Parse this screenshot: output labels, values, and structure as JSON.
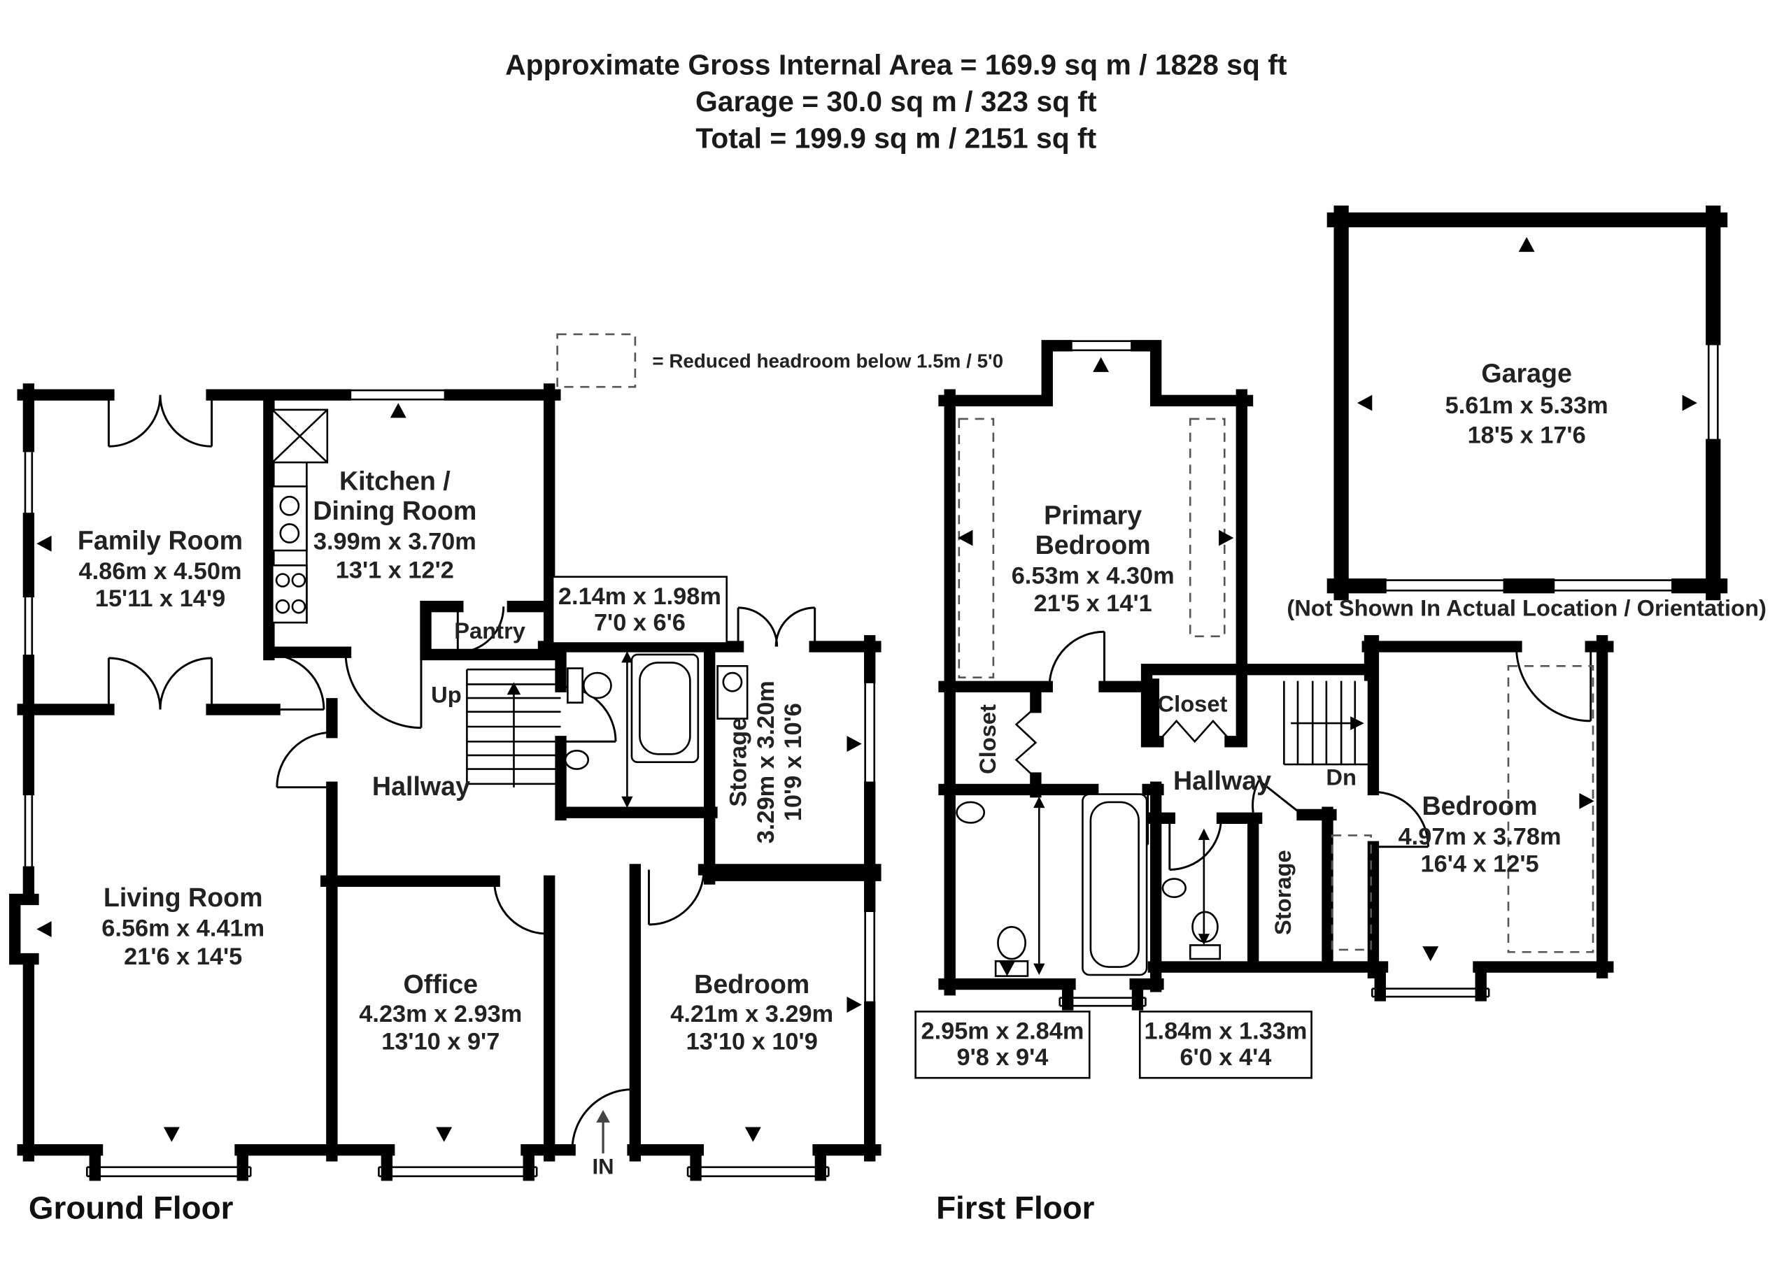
{
  "header": {
    "line1": "Approximate Gross Internal Area = 169.9 sq m / 1828 sq ft",
    "line2": "Garage = 30.0 sq m / 323 sq ft",
    "line3": "Total = 199.9 sq m / 2151 sq ft"
  },
  "legend": {
    "label": "= Reduced headroom below 1.5m / 5'0"
  },
  "garage": {
    "name": "Garage",
    "metric": "5.61m x 5.33m",
    "imperial": "18'5 x 17'6",
    "note": "(Not Shown In Actual Location / Orientation)"
  },
  "ground": {
    "title": "Ground Floor",
    "family": {
      "name": "Family Room",
      "metric": "4.86m x 4.50m",
      "imperial": "15'11 x 14'9"
    },
    "kitchen": {
      "line1": "Kitchen /",
      "line2": "Dining Room",
      "metric": "3.99m x 3.70m",
      "imperial": "13'1 x 12'2"
    },
    "pantry": {
      "name": "Pantry"
    },
    "stairs": {
      "label": "Up"
    },
    "hallway": {
      "name": "Hallway"
    },
    "bath": {
      "metric": "2.14m x 1.98m",
      "imperial": "7'0 x 6'6"
    },
    "storage": {
      "name": "Storage",
      "metric": "3.29m x 3.20m",
      "imperial": "10'9 x 10'6"
    },
    "living": {
      "name": "Living Room",
      "metric": "6.56m x 4.41m",
      "imperial": "21'6 x 14'5"
    },
    "office": {
      "name": "Office",
      "metric": "4.23m x 2.93m",
      "imperial": "13'10 x 9'7"
    },
    "bedroom": {
      "name": "Bedroom",
      "metric": "4.21m x 3.29m",
      "imperial": "13'10 x 10'9"
    },
    "entrance": {
      "label": "IN"
    }
  },
  "first": {
    "title": "First Floor",
    "primary": {
      "line1": "Primary",
      "line2": "Bedroom",
      "metric": "6.53m x 4.30m",
      "imperial": "21'5 x 14'1"
    },
    "closet_left": {
      "name": "Closet"
    },
    "closet_center": {
      "name": "Closet"
    },
    "hallway": {
      "name": "Hallway"
    },
    "stairs": {
      "label": "Dn"
    },
    "storage": {
      "name": "Storage"
    },
    "bath_large": {
      "metric": "2.95m x 2.84m",
      "imperial": "9'8 x 9'4"
    },
    "bath_small": {
      "metric": "1.84m x 1.33m",
      "imperial": "6'0 x 4'4"
    },
    "bedroom": {
      "name": "Bedroom",
      "metric": "4.97m x 3.78m",
      "imperial": "16'4 x 12'5"
    }
  }
}
